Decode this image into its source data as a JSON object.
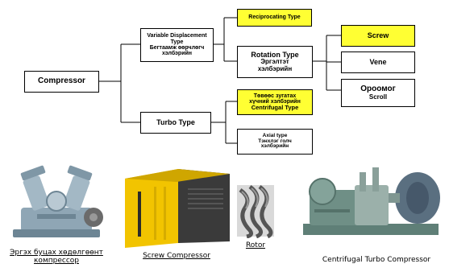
{
  "diagram": {
    "root": {
      "label": "Compressor"
    },
    "variable": {
      "line1": "Variable Displacement",
      "line2": "Type",
      "line3": "Бегтаамж өөрчлөгч",
      "line4": "хэлбэрийн"
    },
    "turbo": {
      "label": "Turbo Type"
    },
    "reciprocating": {
      "label": "Reciprocating Type"
    },
    "rotation": {
      "line1": "Rotation Type",
      "line2": "Эргэлтэт",
      "line3": "хэлбэрийн"
    },
    "screw": {
      "label": "Screw"
    },
    "vene": {
      "label": "Vene"
    },
    "scroll": {
      "line1": "Ороомог",
      "line2": "Scroll"
    },
    "centrifugal": {
      "line1": "Төвөөс зугатах",
      "line2": "хүчний хэлбэрийн",
      "line3": "Centrifugal Type"
    },
    "axial": {
      "line1": "Axial type",
      "line2": "Тэнхлэг голч",
      "line3": "хэлбэрийн"
    }
  },
  "photos": {
    "reciprocating_caption": "Эргэх буцах хөдөлгөөнт компрессор",
    "screw_caption": "Screw Compressor",
    "rotor_caption": "Rotor",
    "centrifugal_caption": "Centrifugal Turbo Compressor"
  },
  "colors": {
    "highlight": "#ffff33",
    "compressor_yellow": "#f2c400",
    "compressor_dark": "#3a3a3a",
    "machine_blue": "#8fa6b5",
    "machine_green": "#6f8f86"
  }
}
